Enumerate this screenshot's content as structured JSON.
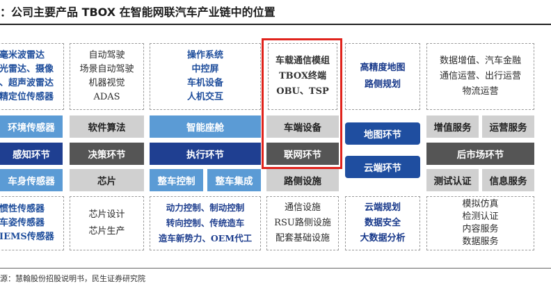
{
  "header": {
    "title": "：公司主要产品 TBOX 在智能网联汽车产业链中的位置"
  },
  "footer": {
    "source": "源：慧翰股份招股说明书，民生证券研究院"
  },
  "columns": {
    "perception": {
      "top_box": [
        "毫米波雷达",
        "光雷达、摄像",
        "、超声波雷达",
        "精定位传感器"
      ],
      "bar_env": "环境传感器",
      "bar_main": "感知环节",
      "bar_body": "车身传感器",
      "bottom_box": [
        "惯性传感器",
        "车姿传感器",
        "IEMS传感器"
      ]
    },
    "decision": {
      "top_box": [
        "自动驾驶",
        "场景自动驾驶",
        "机器视觉",
        "ADAS"
      ],
      "bar_algo": "软件算法",
      "bar_main": "决策环节",
      "bar_chip": "芯片",
      "bottom_box": [
        "芯片设计",
        "芯片生产"
      ]
    },
    "execution": {
      "top_box": [
        "操作系统",
        "中控屏",
        "车机设备",
        "人机交互"
      ],
      "bar_cockpit": "智能座舱",
      "bar_main": "执行环节",
      "bar_control": "整车控制",
      "bar_integration": "整车集成",
      "bottom_box": [
        "动力控制、制动控制",
        "转向控制、传统造车",
        "造车新势力、OEM代工"
      ]
    },
    "network": {
      "top_box": [
        "车载通信模组",
        "TBOX终端",
        "OBU、TSP"
      ],
      "bar_vehicle": "车端设备",
      "bar_main": "联网环节",
      "bar_road": "路侧设施",
      "bottom_box": [
        "通信设施",
        "RSU路侧设施",
        "配套基础设施"
      ]
    },
    "map_cloud": {
      "top_box": [
        "高精度地图",
        "路侧规划"
      ],
      "bar_map": "地图环节",
      "bar_cloud": "云端环节",
      "bottom_box": [
        "云端规划",
        "数据安全",
        "大数据分析"
      ]
    },
    "aftermarket": {
      "top_box": [
        "数据增值、汽车金融",
        "通信运营、出行运营",
        "物流运营"
      ],
      "bar_value": "增值服务",
      "bar_ops": "运营服务",
      "bar_main": "后市场环节",
      "bar_test": "测试认证",
      "bar_info": "信息服务",
      "bottom_box": [
        "模拟仿真",
        "检测认证",
        "内容服务",
        "数据服务"
      ]
    }
  },
  "colors": {
    "highlight_frame": "#e0231c",
    "bar_light_blue": "#5b9bd5",
    "bar_dark_blue": "#1f3f91",
    "bar_gray": "#d0d0d0",
    "bar_dark_gray": "#555555"
  }
}
